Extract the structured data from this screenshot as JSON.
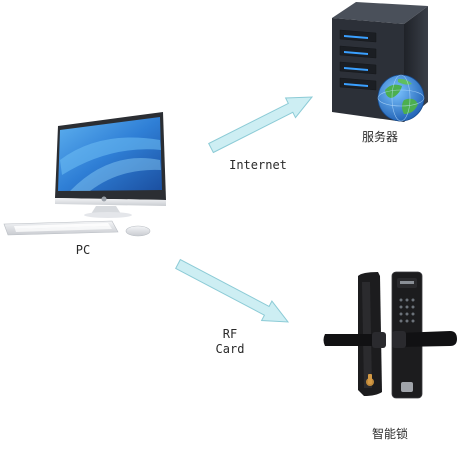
{
  "diagram": {
    "nodes": {
      "pc": {
        "label": "PC",
        "icon": "desktop-computer-icon"
      },
      "server": {
        "label": "服务器",
        "icon": "server-with-globe-icon"
      },
      "lock": {
        "label": "智能锁",
        "icon": "smart-door-lock-icon"
      }
    },
    "edges": [
      {
        "from": "pc",
        "to": "server",
        "label_lines": [
          "Internet"
        ]
      },
      {
        "from": "pc",
        "to": "lock",
        "label_lines": [
          "RF",
          "Card"
        ]
      }
    ]
  },
  "colors": {
    "arrow_fill": "#cdeef3",
    "arrow_stroke": "#8ccbd6",
    "server_body": "#2c3038",
    "server_led": "#3aa0ff",
    "screen_blue": "#2f7fd6",
    "globe_blue": "#2f86d9",
    "globe_land": "#4caf50",
    "lock_body": "#1c1c1e"
  }
}
